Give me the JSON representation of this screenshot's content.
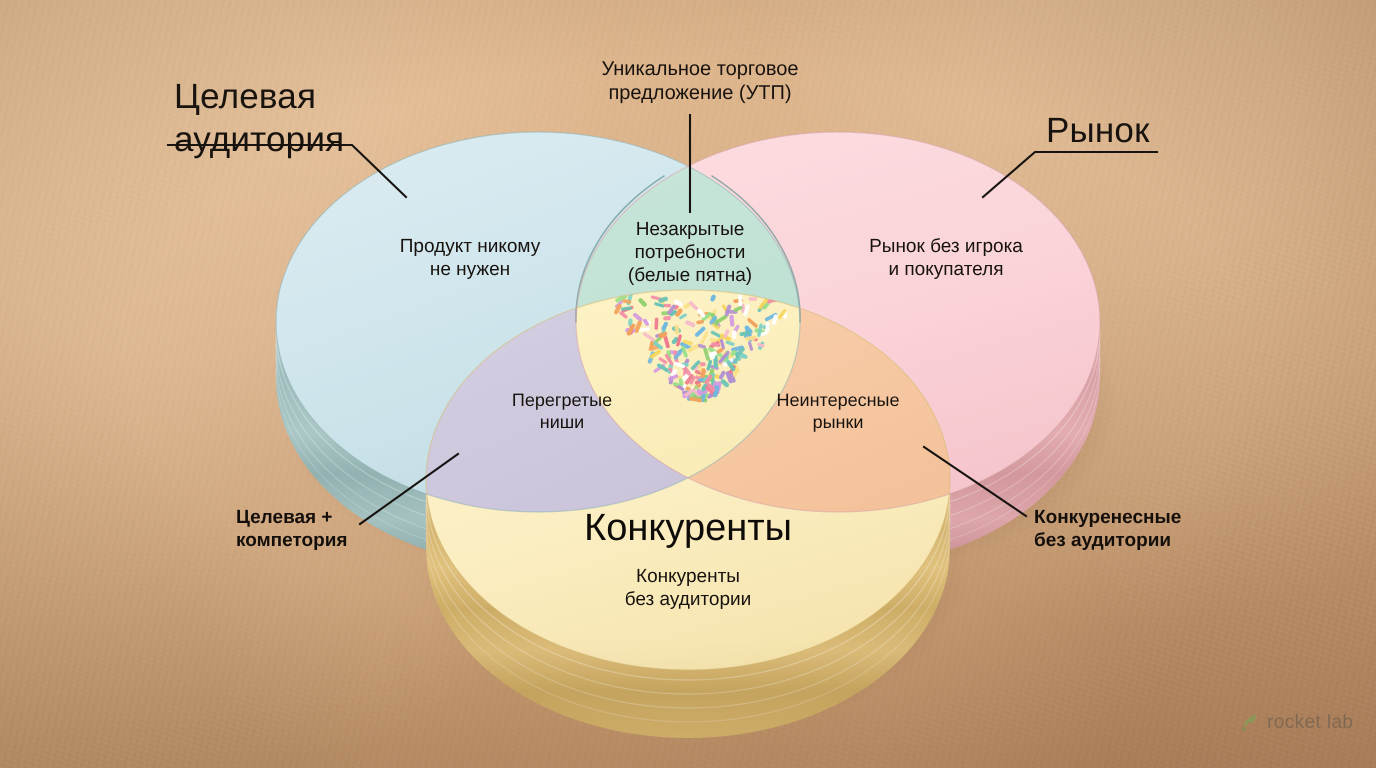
{
  "background": {
    "material": "kraft-paper",
    "color": "#d3a87e"
  },
  "diagram": {
    "type": "venn-3-circle",
    "circles": [
      {
        "id": "audience",
        "title": "Целевая\nаудитория",
        "inner_label": "Продукт никому\nне нужен",
        "color": "#cfe5ec",
        "edge_color": "#9fbcc0"
      },
      {
        "id": "market",
        "title": "Рынок",
        "inner_label": "Рынок без игрока\nи покупателя",
        "color": "#fad3d8",
        "edge_color": "#d9a6ab"
      },
      {
        "id": "competitors",
        "title": "Конкуренты",
        "inner_label": "Конкуренты\nбез аудитории",
        "color": "#fbeec2",
        "edge_color": "#d9bd72"
      }
    ],
    "intersections": [
      {
        "id": "usp",
        "callout": "Уникальное торговое\nпредложение (УТП)",
        "label": "Незакрытые\nпотребности\n(белые пятна)",
        "color": "#bfe0d3",
        "sprinkles": true
      },
      {
        "id": "overheated-niches",
        "callout": "Целевая +\nкомпетория",
        "label": "Перегретые\nниши",
        "color": "#cdc7dc"
      },
      {
        "id": "boring-markets",
        "callout": "Конкуренесные\nбез аудитории",
        "label": "Неинтересные\nрынки",
        "color": "#f6c9a4"
      }
    ],
    "center_core": {
      "id": "sweet-spot",
      "color": "#fcf0bf",
      "decoration": "colored-sprinkles"
    }
  },
  "watermark": {
    "text": "rocket lab",
    "icon": "rocket-icon",
    "icon_color": "#7cb85f"
  }
}
